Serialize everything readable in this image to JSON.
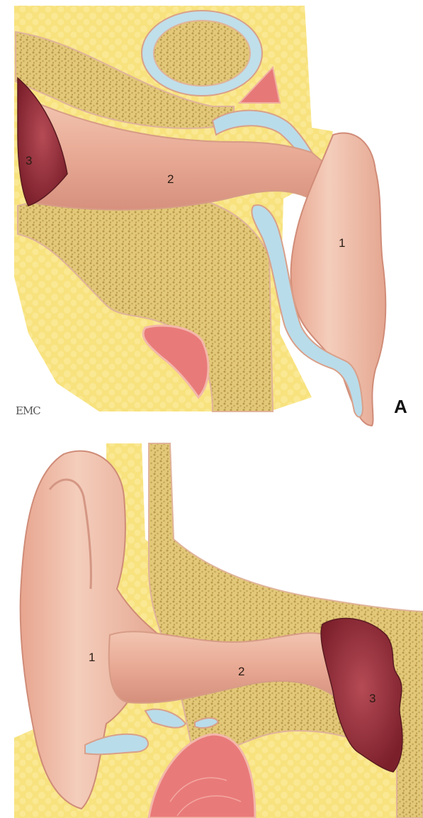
{
  "panels": [
    {
      "letter": "A",
      "labels": {
        "concha": "1",
        "canal": "2",
        "eardrum": "3"
      }
    },
    {
      "letter": "",
      "labels": {
        "concha": "1",
        "canal": "2",
        "eardrum": "3"
      }
    }
  ],
  "logo": "EMC",
  "colors": {
    "fat": "#f5e07a",
    "bone": "#dcc26a",
    "skin": "#eab39c",
    "skin_dark": "#c98a7a",
    "cartilage": "#b9dcea",
    "eardrum": "#8b2a35",
    "muscle": "#e77a7a",
    "outline": "#d9a08a"
  }
}
